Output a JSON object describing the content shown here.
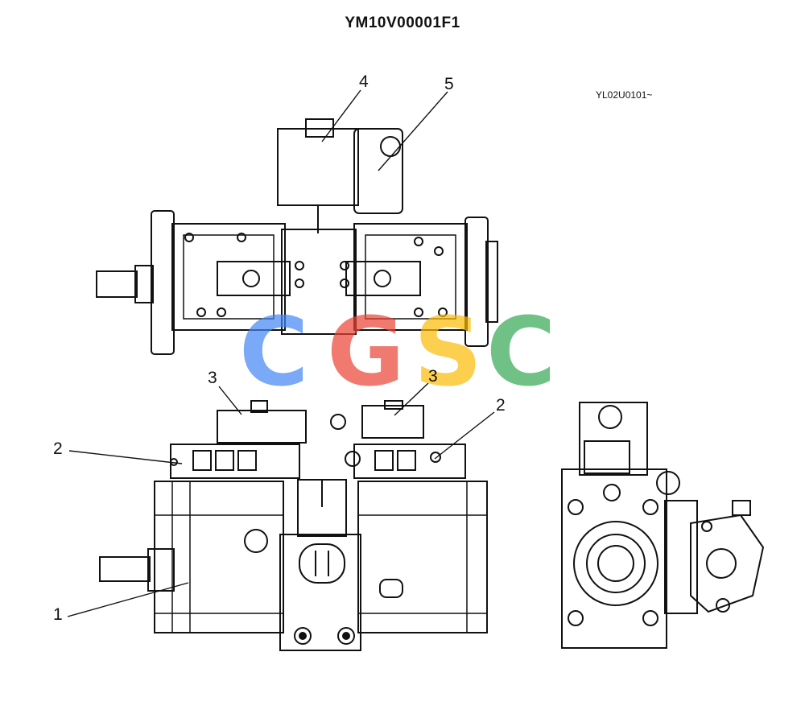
{
  "title": "YM10V00001F1",
  "drawing_code": "YL02U0101~",
  "watermark": {
    "letters": [
      "C",
      "G",
      "S",
      "C"
    ],
    "colors": [
      "#4285F4",
      "#EA4335",
      "#FBBC05",
      "#34A853"
    ]
  },
  "callouts": [
    {
      "id": "c1",
      "label": "1"
    },
    {
      "id": "c2a",
      "label": "2"
    },
    {
      "id": "c2b",
      "label": "2"
    },
    {
      "id": "c3a",
      "label": "3"
    },
    {
      "id": "c3b",
      "label": "3"
    },
    {
      "id": "c4",
      "label": "4"
    },
    {
      "id": "c5",
      "label": "5"
    }
  ]
}
